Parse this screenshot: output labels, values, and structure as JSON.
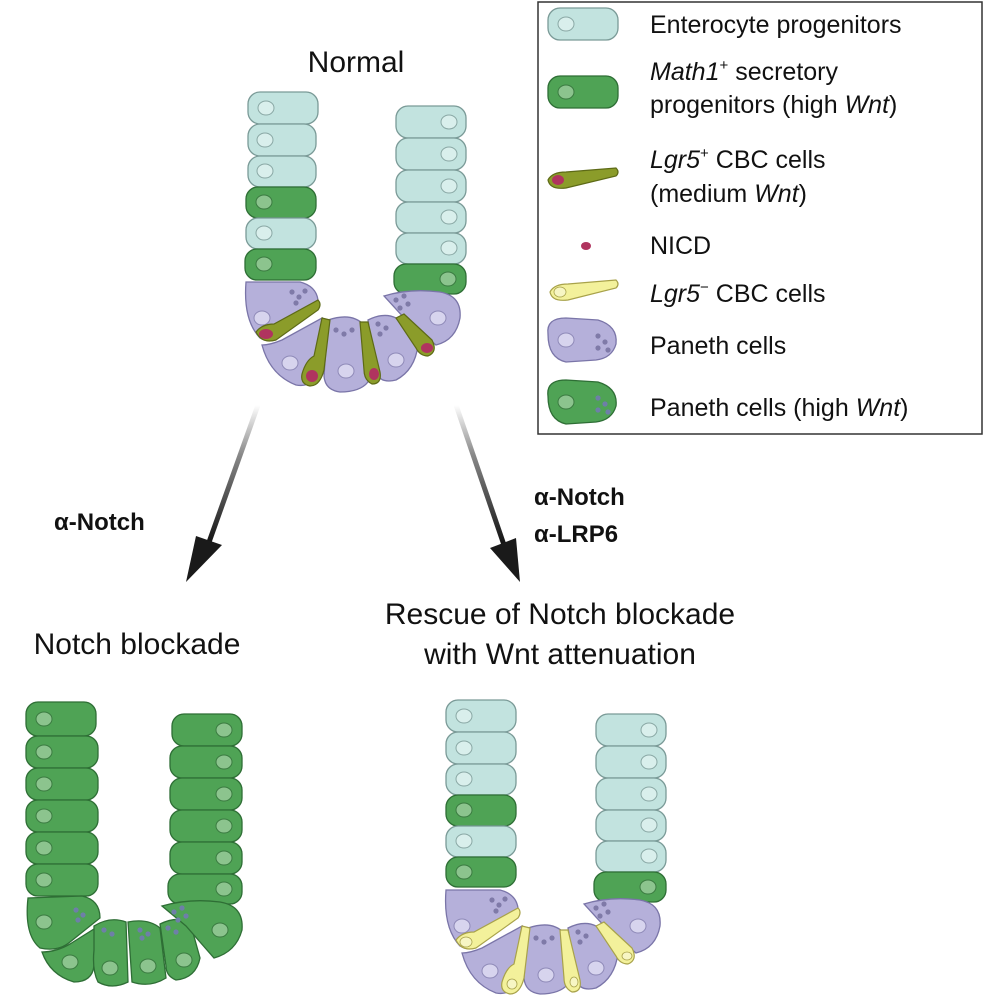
{
  "titles": {
    "normal": "Normal",
    "notch_blockade": "Notch blockade",
    "rescue_line1": "Rescue of Notch blockade",
    "rescue_line2": "with Wnt attenuation"
  },
  "treatments": {
    "left": "α-Notch",
    "right_line1": "α-Notch",
    "right_line2": "α-LRP6"
  },
  "legend": {
    "enterocyte": "Enterocyte progenitors",
    "math1_a": "Math1",
    "math1_sup": "+",
    "math1_b": " secretory",
    "math1_c": "progenitors (high ",
    "math1_d": "Wnt",
    "math1_e": ")",
    "lgr5p_a": "Lgr5",
    "lgr5p_sup": "+",
    "lgr5p_b": " CBC cells",
    "lgr5p_c": "(medium ",
    "lgr5p_d": "Wnt",
    "lgr5p_e": ")",
    "nicd": "NICD",
    "lgr5m_a": "Lgr5",
    "lgr5m_sup": "−",
    "lgr5m_b": " CBC cells",
    "paneth": "Paneth cells",
    "paneth_high_a": "Paneth cells (high ",
    "paneth_high_b": "Wnt",
    "paneth_high_c": ")"
  },
  "colors": {
    "enterocyte": "#c2e3df",
    "green": "#4fa355",
    "paneth": "#b5b0da",
    "olive": "#8b9c2a",
    "yellow": "#f3f19b",
    "nicd": "#b0345f",
    "arrow": "#1a1a1a"
  }
}
